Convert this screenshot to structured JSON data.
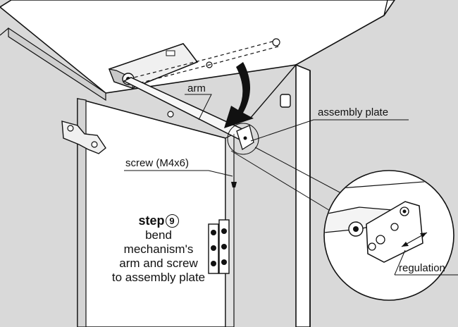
{
  "labels": {
    "arm": "arm",
    "assembly_plate": "assembly plate",
    "screw": "screw (M4x6)",
    "regulation": "regulation"
  },
  "step": {
    "word": "step",
    "number": "9",
    "lines": [
      "bend",
      "mechanism's",
      "arm and screw",
      "to assembly plate"
    ]
  },
  "colors": {
    "background": "#d9d9d9",
    "panel": "#ffffff",
    "line": "#111111",
    "shade": "#bfbfbf"
  }
}
